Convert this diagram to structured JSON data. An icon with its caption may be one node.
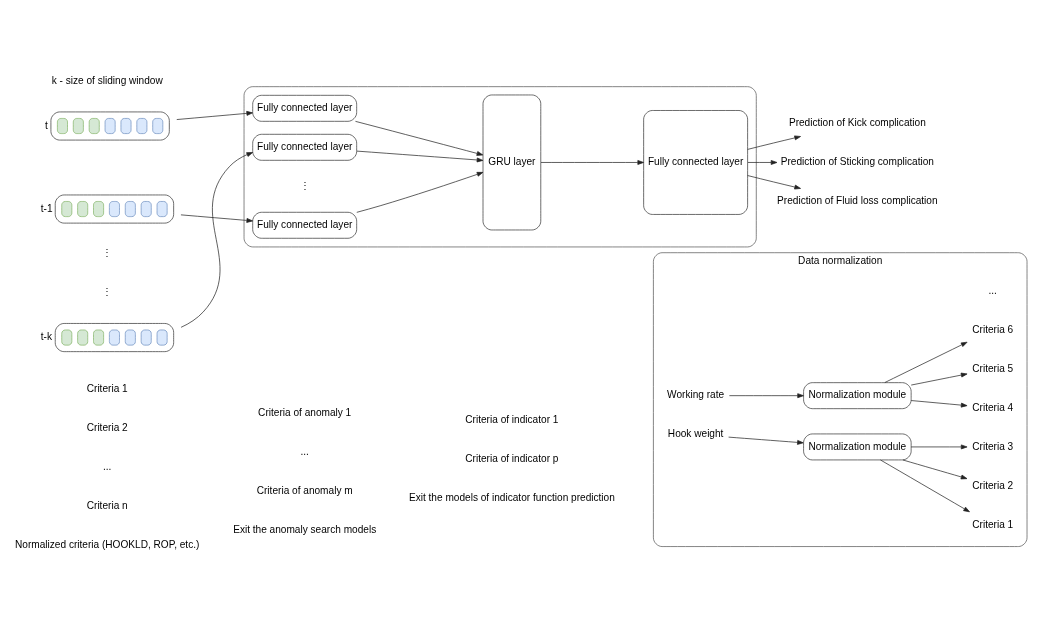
{
  "diagram": {
    "nodes": [
      {
        "text": [],
        "shape": "box"
      },
      {
        "text": [],
        "shape": "bar",
        "beside": [
          "t"
        ]
      },
      {
        "text": [],
        "shape": "bar",
        "beside": [
          "t-1"
        ]
      },
      {
        "text": [],
        "shape": "bar",
        "beside": [
          "t-k"
        ]
      },
      {
        "text": [
          "Fully connected layer"
        ],
        "in": 0
      },
      {
        "text": [
          "Fully connected layer"
        ],
        "in": 0
      },
      {
        "text": [
          "Fully connected layer"
        ],
        "in": 0
      },
      {
        "text": [
          "GRU layer"
        ],
        "in": 0
      },
      {
        "text": [
          "Fully connected layer"
        ],
        "in": 0
      },
      {
        "text": [
          "Prediction of Kick complication"
        ]
      },
      {
        "text": [
          "Prediction of Sticking complication"
        ]
      },
      {
        "text": [
          "Prediction of Fluid loss complication"
        ]
      },
      {
        "text": [
          "Data normalization"
        ]
      },
      {
        "text": [
          "Hook weight"
        ],
        "in": 12
      },
      {
        "text": [
          "Normalization module"
        ],
        "in": 12
      },
      {
        "text": [
          "Criteria 1"
        ],
        "in": 12
      },
      {
        "text": [
          "Criteria 2"
        ],
        "in": 12
      },
      {
        "text": [
          "Criteria 3"
        ],
        "in": 12
      },
      {
        "text": [
          "Working rate"
        ],
        "in": 12
      },
      {
        "text": [
          "Normalization module"
        ],
        "in": 12
      },
      {
        "text": [
          "Criteria 4"
        ],
        "in": 12
      },
      {
        "text": [
          "Criteria 5"
        ],
        "in": 12
      },
      {
        "text": [
          "Criteria 6"
        ],
        "in": 12
      }
    ],
    "edges": [
      {
        "from": 1,
        "to": 4,
        "arrow": "to"
      },
      {
        "from": 2,
        "to": 5,
        "arrow": "to"
      },
      {
        "from": 3,
        "to": 6,
        "arrow": "to"
      },
      {
        "from": 4,
        "to": 7,
        "arrow": "to"
      },
      {
        "from": 5,
        "to": 7,
        "arrow": "to"
      },
      {
        "from": 6,
        "to": 7,
        "arrow": "to"
      },
      {
        "from": 7,
        "to": 8,
        "arrow": "to"
      },
      {
        "from": 8,
        "to": 9,
        "arrow": "to"
      },
      {
        "from": 8,
        "to": 10,
        "arrow": "to"
      },
      {
        "from": 8,
        "to": 11,
        "arrow": "to"
      },
      {
        "from": 13,
        "to": 14,
        "arrow": "to"
      },
      {
        "from": 14,
        "to": 15,
        "arrow": "to"
      },
      {
        "from": 14,
        "to": 16,
        "arrow": "to"
      },
      {
        "from": 14,
        "to": 17,
        "arrow": "to"
      },
      {
        "from": 18,
        "to": 19,
        "arrow": "to"
      },
      {
        "from": 19,
        "to": 20,
        "arrow": "to"
      },
      {
        "from": 19,
        "to": 21,
        "arrow": "to"
      },
      {
        "from": 19,
        "to": 22,
        "arrow": "to"
      }
    ],
    "labels": [
      "k - size of sliding window",
      "⋮",
      "⋮",
      "⋮",
      "Criteria 1",
      "Criteria 2",
      "...",
      "Criteria n",
      "Criteria of anomaly 1",
      "...",
      "Criteria of anomaly m",
      "Criteria of indicator 1",
      "Criteria of indicator p",
      "Normalized criteria (HOOKLD, ROP, etc.)",
      "Exit the anomaly search models",
      "Exit the models of indicator function prediction",
      "..."
    ]
  }
}
